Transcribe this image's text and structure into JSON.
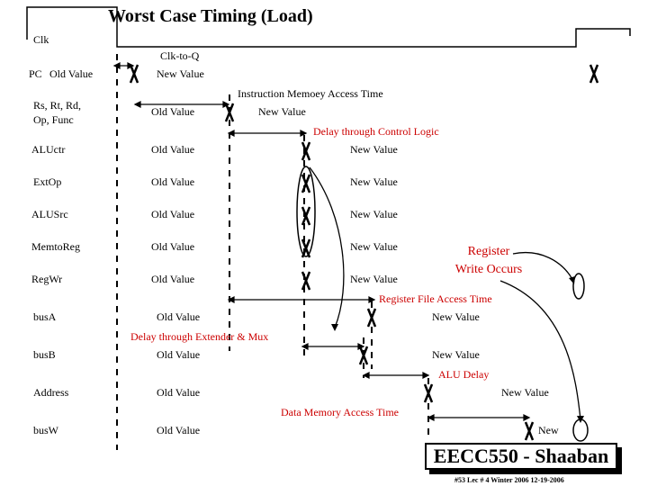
{
  "title": "Worst Case Timing (Load)",
  "signals": {
    "clk": "Clk",
    "pc": "PC",
    "regs": "Rs, Rt, Rd,",
    "regs2": "Op, Func",
    "aluctr": "ALUctr",
    "extop": "ExtOp",
    "alusrc": "ALUSrc",
    "memtoreg": "MemtoReg",
    "regwr": "RegWr",
    "busa": "busA",
    "busb": "busB",
    "address": "Address",
    "busw": "busW"
  },
  "values": {
    "old": "Old Value",
    "new": "New Value",
    "new_short": "New"
  },
  "delays": {
    "clk_to_q": "Clk-to-Q",
    "imem": "Instruction Memoey Access Time",
    "control": "Delay through Control Logic",
    "regfile": "Register File Access Time",
    "extender": "Delay through Extender & Mux",
    "alu": "ALU Delay",
    "dmem": "Data Memory Access Time"
  },
  "register_write": {
    "line1": "Register",
    "line2": "Write Occurs"
  },
  "footer": {
    "course": "EECC550 - Shaaban",
    "meta": "#53   Lec # 4   Winter 2006   12-19-2006"
  },
  "colors": {
    "delay_text": "#cc0000",
    "lines": "#000000"
  }
}
